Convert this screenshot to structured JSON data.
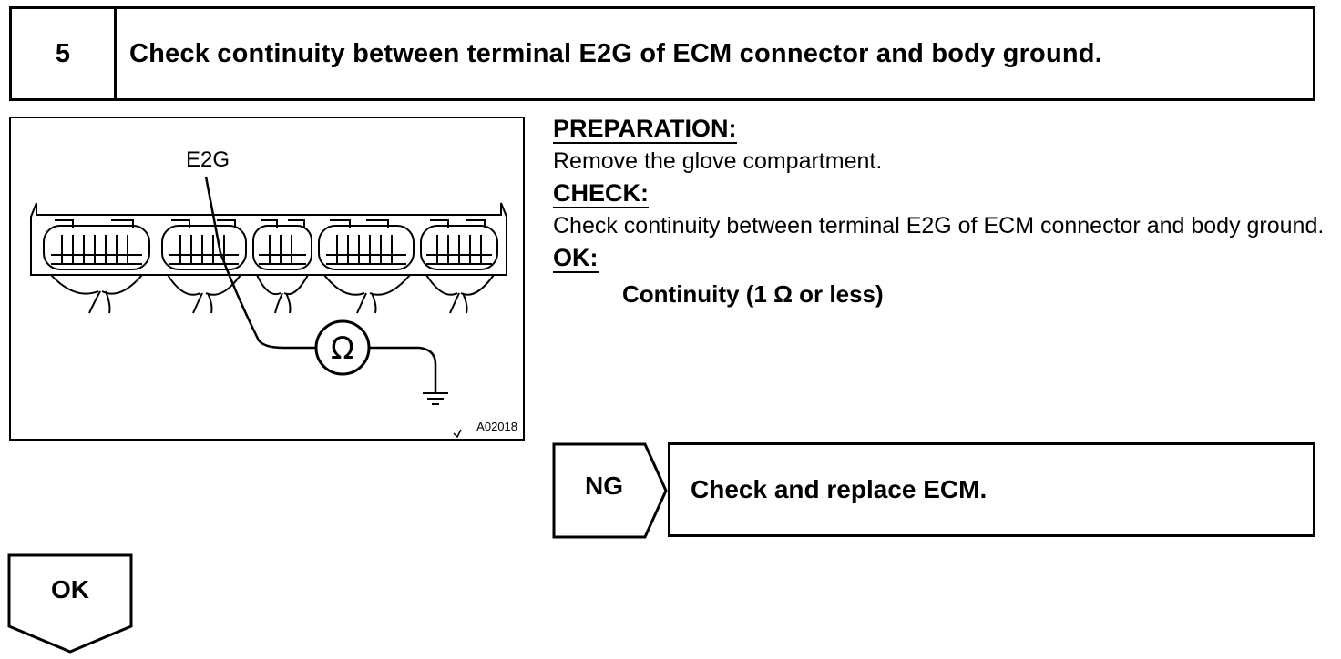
{
  "step": {
    "number": "5",
    "title": "Check continuity between terminal E2G of ECM connector and body ground."
  },
  "figure": {
    "terminal_label": "E2G",
    "meter_symbol": "Ω",
    "code": "A02018"
  },
  "instructions": {
    "preparation_heading": "PREPARATION:",
    "preparation_text": "Remove the glove compartment.",
    "check_heading": "CHECK:",
    "check_text": "Check continuity between terminal E2G of ECM connector and body ground.",
    "ok_heading": "OK:",
    "ok_spec": "Continuity (1 Ω or less)"
  },
  "ng_result": {
    "label": "NG",
    "action": "Check and replace ECM."
  },
  "ok_result": {
    "label": "OK"
  }
}
